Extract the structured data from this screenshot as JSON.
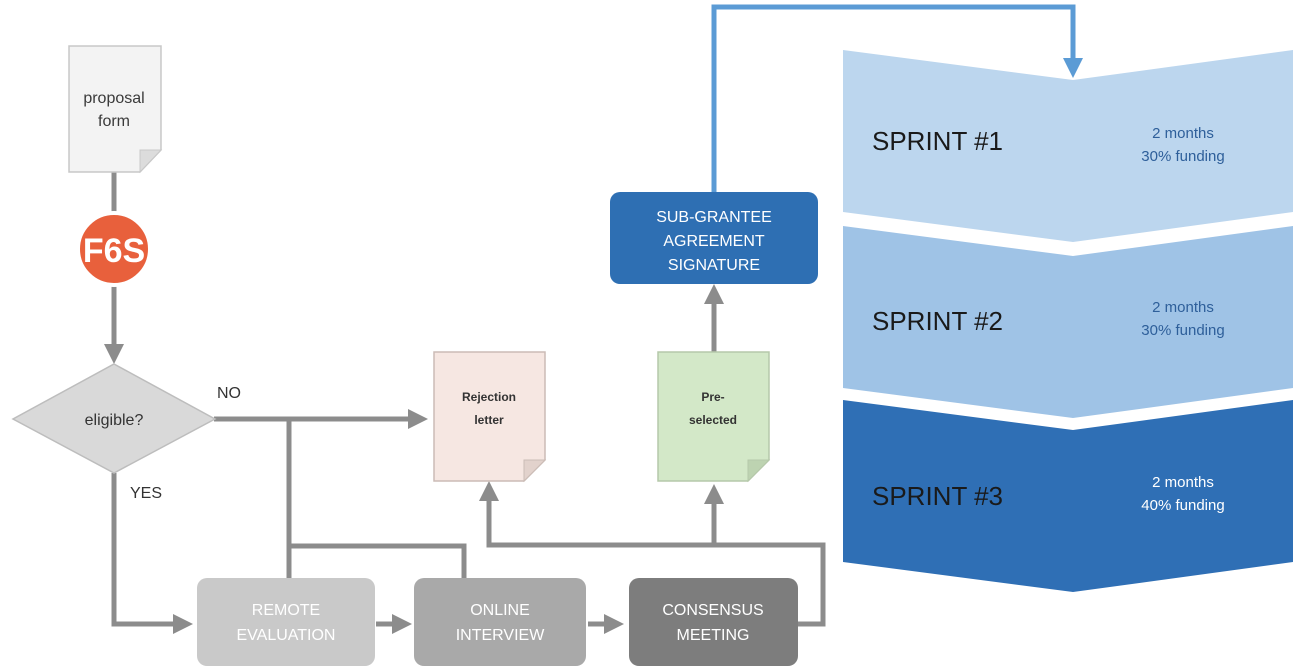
{
  "proposal_form": {
    "line1": "proposal",
    "line2": "form"
  },
  "logo": {
    "text": "F6S"
  },
  "decision": {
    "label": "eligible?",
    "no_label": "NO",
    "yes_label": "YES"
  },
  "rejection": {
    "line1": "Rejection",
    "line2": "letter"
  },
  "preselected": {
    "line1": "Pre-",
    "line2": "selected"
  },
  "agreement": {
    "line1": "SUB-GRANTEE",
    "line2": "AGREEMENT",
    "line3": "SIGNATURE"
  },
  "steps": [
    {
      "line1": "REMOTE",
      "line2": "EVALUATION"
    },
    {
      "line1": "ONLINE",
      "line2": "INTERVIEW"
    },
    {
      "line1": "CONSENSUS",
      "line2": "MEETING"
    }
  ],
  "sprints": [
    {
      "title": "SPRINT #1",
      "duration": "2 months",
      "funding": "30% funding"
    },
    {
      "title": "SPRINT #2",
      "duration": "2 months",
      "funding": "30% funding"
    },
    {
      "title": "SPRINT #3",
      "duration": "2 months",
      "funding": "40% funding"
    }
  ],
  "colors": {
    "arrow_gray": "#8c8c8c",
    "arrow_blue": "#5b9bd5",
    "logo_red": "#e8603c",
    "sprint1": "#bcd6ee",
    "sprint2": "#9fc3e6",
    "sprint3": "#2f6fb5",
    "agreement": "#2e6fb3",
    "rejection_fill": "#f6e7e2",
    "preselected_fill": "#d3e8c8",
    "remote_fill": "#c9c9c9",
    "online_fill": "#a9a9a9",
    "consensus_fill": "#7d7d7d"
  }
}
